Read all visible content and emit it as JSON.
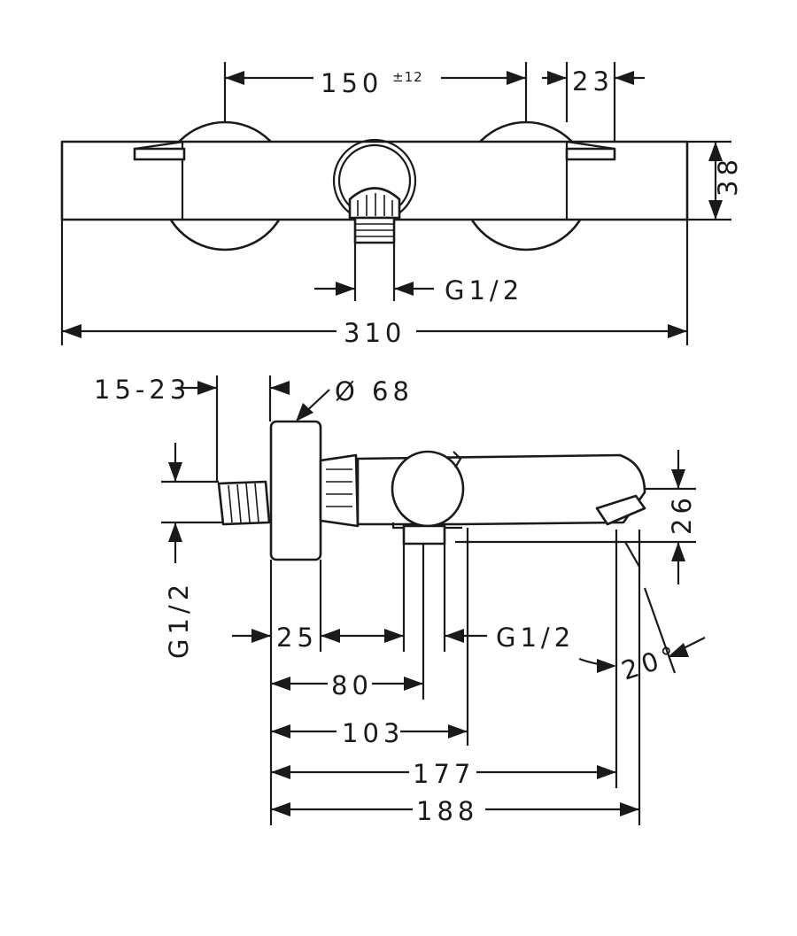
{
  "top_view": {
    "dim_valve_spacing": "150",
    "dim_valve_spacing_tol": "±12",
    "dim_offset": "23",
    "dim_height": "38",
    "dim_outlet_thread": "G1/2",
    "dim_total_width": "310"
  },
  "side_view": {
    "dim_projection": "15-23",
    "dim_rosette_dia": "Ø 68",
    "dim_inlet_thread": "G1/2",
    "dim_rosette_depth": "25",
    "dim_outlet_thread": "G1/2",
    "dim_spout_height": "26",
    "dim_angle": "20°",
    "dim_80": "80",
    "dim_103": "103",
    "dim_177": "177",
    "dim_188": "188"
  },
  "colors": {
    "line": "#1a1a1a",
    "background": "#ffffff"
  }
}
